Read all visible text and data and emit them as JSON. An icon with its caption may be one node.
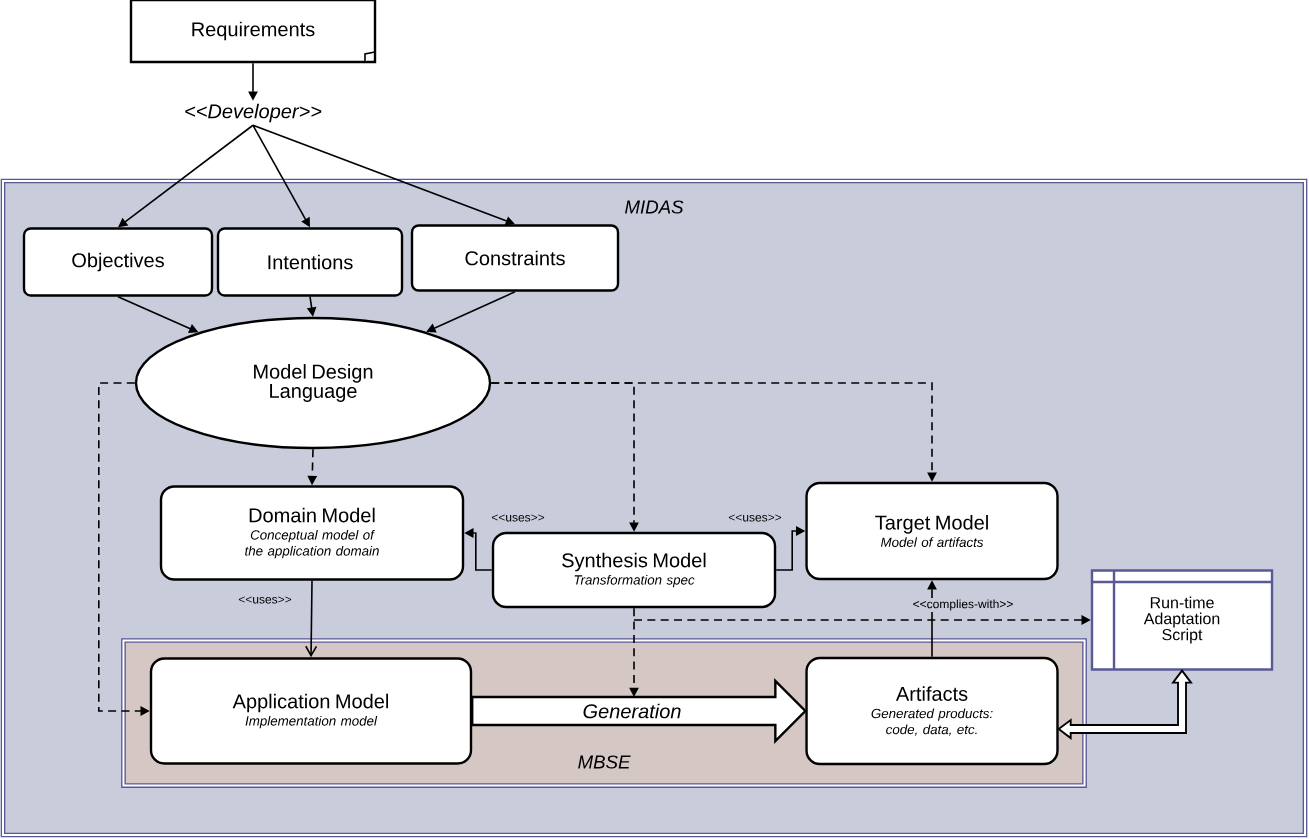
{
  "diagram": {
    "nodes": [
      {
        "text": [
          "Requirements"
        ]
      },
      {
        "text": [
          "<<Developer>>"
        ]
      },
      {
        "text": [
          "MIDAS"
        ]
      },
      {
        "text": [
          "Objectives"
        ],
        "in": 2
      },
      {
        "text": [
          "Intentions"
        ],
        "in": 2
      },
      {
        "text": [
          "Constraints"
        ],
        "in": 2
      },
      {
        "text": [
          "Model Design Language"
        ],
        "in": 2
      },
      {
        "text": [
          "Domain Model",
          "Conceptual model of the application domain"
        ],
        "in": 2
      },
      {
        "text": [
          "Synthesis Model",
          "Transformation spec"
        ],
        "in": 2
      },
      {
        "text": [
          "Target Model",
          "Model of artifacts"
        ],
        "in": 2
      },
      {
        "text": [
          "Run-time Adaptation Script"
        ],
        "in": 2
      },
      {
        "text": [
          "MBSE"
        ],
        "in": 2
      },
      {
        "text": [
          "Application Model",
          "Implementation model"
        ],
        "in": 11
      },
      {
        "text": [
          "Artifacts",
          "Generated products: code, data, etc."
        ],
        "in": 11
      }
    ],
    "edges": [
      {
        "from": 0,
        "to": 1,
        "arrow": "to"
      },
      {
        "from": 1,
        "to": 3,
        "arrow": "to"
      },
      {
        "from": 1,
        "to": 4,
        "arrow": "to"
      },
      {
        "from": 1,
        "to": 5,
        "arrow": "to"
      },
      {
        "from": 3,
        "to": 6,
        "arrow": "to"
      },
      {
        "from": 4,
        "to": 6,
        "arrow": "to"
      },
      {
        "from": 5,
        "to": 6,
        "arrow": "to"
      },
      {
        "from": 6,
        "to": 7,
        "arrow": "to",
        "style": "dashed"
      },
      {
        "from": 6,
        "to": 8,
        "arrow": "to",
        "style": "dashed"
      },
      {
        "from": 6,
        "to": 9,
        "arrow": "to",
        "style": "dashed"
      },
      {
        "from": 6,
        "to": 12,
        "arrow": "to",
        "style": "dashed"
      },
      {
        "from": 8,
        "to": 7,
        "arrow": "to",
        "label": "<<uses>>"
      },
      {
        "from": 8,
        "to": 9,
        "arrow": "to",
        "label": "<<uses>>"
      },
      {
        "from": 7,
        "to": 12,
        "arrow": "to",
        "label": "<<uses>>"
      },
      {
        "from": 8,
        "to": null,
        "arrow": "to",
        "style": "dashed"
      },
      {
        "from": 8,
        "to": 10,
        "arrow": "to",
        "style": "dashed"
      },
      {
        "from": 13,
        "to": 9,
        "arrow": "to",
        "label": "<<complies-with>>"
      },
      {
        "from": 12,
        "to": 13,
        "arrow": "to",
        "label": "Generation",
        "style": "thick"
      },
      {
        "from": 13,
        "to": 10,
        "arrow": "both",
        "style": "thick"
      }
    ]
  }
}
